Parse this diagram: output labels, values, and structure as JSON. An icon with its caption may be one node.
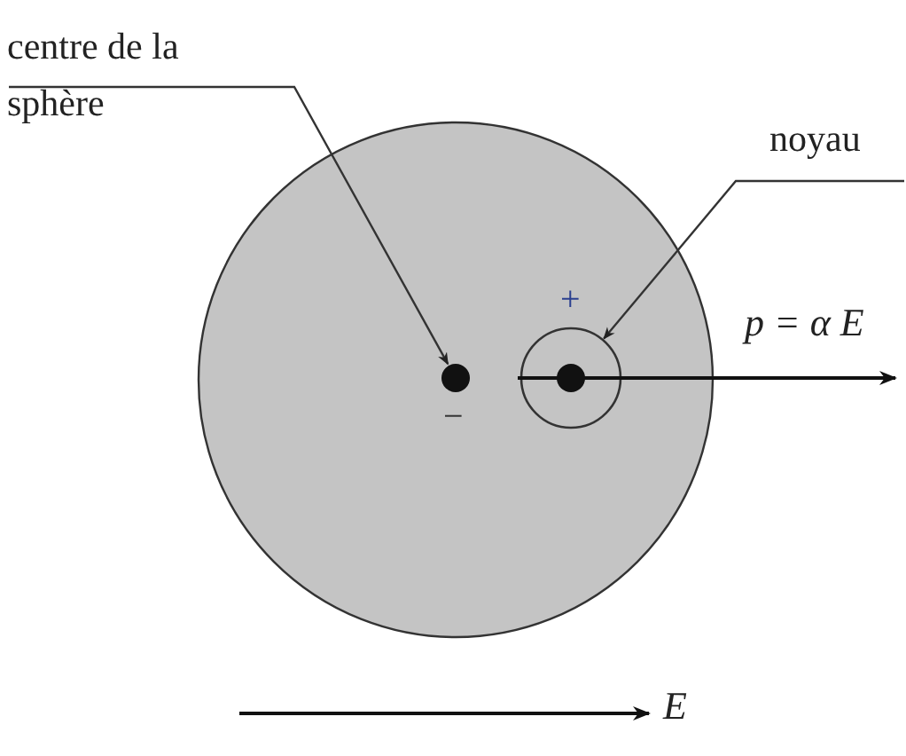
{
  "diagram": {
    "nodes": [
      {
        "text": [
          "centre de la sphère"
        ]
      },
      {
        "text": [],
        "shape": "circle",
        "beside": [
          "−"
        ]
      },
      {
        "text": [
          "noyau"
        ]
      },
      {
        "text": [],
        "shape": "circle",
        "beside": [
          "+"
        ]
      }
    ],
    "edges": [
      {
        "from": 0,
        "to": 1,
        "arrow": "to"
      },
      {
        "from": 2,
        "to": 3,
        "arrow": "to"
      }
    ],
    "labels": [
      "p = α E",
      "E"
    ]
  }
}
